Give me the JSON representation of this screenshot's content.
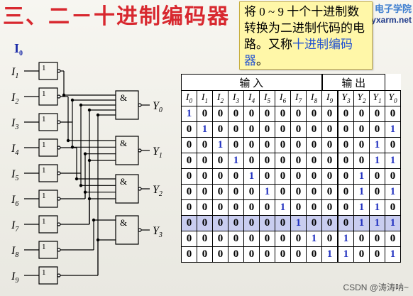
{
  "title": "三、二－十进制编码器",
  "brand": {
    "line1": "电子学院",
    "line2": "yxarm.net"
  },
  "note": {
    "part1": "将 0 ~ 9 十个十进制数转换为二进制代码的电路。又称",
    "highlight": "十进制编码器",
    "part2": "。"
  },
  "circuit": {
    "i0_label": "I0",
    "inputs": [
      "I1",
      "I2",
      "I3",
      "I4",
      "I5",
      "I6",
      "I7",
      "I8",
      "I9"
    ],
    "gate_symbol": "1",
    "and_symbol": "&",
    "outputs": [
      "Y0",
      "Y1",
      "Y2",
      "Y3"
    ]
  },
  "table": {
    "input_group": "输          入",
    "output_group": "输    出",
    "columns": [
      "I0",
      "I1",
      "I2",
      "I3",
      "I4",
      "I5",
      "I6",
      "I7",
      "I8",
      "I9",
      "Y3",
      "Y2",
      "Y1",
      "Y0"
    ],
    "rows": [
      [
        "1",
        "0",
        "0",
        "0",
        "0",
        "0",
        "0",
        "0",
        "0",
        "0",
        "0",
        "0",
        "0",
        "0"
      ],
      [
        "0",
        "1",
        "0",
        "0",
        "0",
        "0",
        "0",
        "0",
        "0",
        "0",
        "0",
        "0",
        "0",
        "1"
      ],
      [
        "0",
        "0",
        "1",
        "0",
        "0",
        "0",
        "0",
        "0",
        "0",
        "0",
        "0",
        "0",
        "1",
        "0"
      ],
      [
        "0",
        "0",
        "0",
        "1",
        "0",
        "0",
        "0",
        "0",
        "0",
        "0",
        "0",
        "0",
        "1",
        "1"
      ],
      [
        "0",
        "0",
        "0",
        "0",
        "1",
        "0",
        "0",
        "0",
        "0",
        "0",
        "0",
        "1",
        "0",
        "0"
      ],
      [
        "0",
        "0",
        "0",
        "0",
        "0",
        "1",
        "0",
        "0",
        "0",
        "0",
        "0",
        "1",
        "0",
        "1"
      ],
      [
        "0",
        "0",
        "0",
        "0",
        "0",
        "0",
        "1",
        "0",
        "0",
        "0",
        "0",
        "1",
        "1",
        "0"
      ],
      [
        "0",
        "0",
        "0",
        "0",
        "0",
        "0",
        "0",
        "1",
        "0",
        "0",
        "0",
        "1",
        "1",
        "1"
      ],
      [
        "0",
        "0",
        "0",
        "0",
        "0",
        "0",
        "0",
        "0",
        "1",
        "0",
        "1",
        "0",
        "0",
        "0"
      ],
      [
        "0",
        "0",
        "0",
        "0",
        "0",
        "0",
        "0",
        "0",
        "0",
        "1",
        "1",
        "0",
        "0",
        "1"
      ]
    ],
    "selected_row": 7
  },
  "watermark": "CSDN @涛涛呐~",
  "colors": {
    "accent": "#d8282f",
    "highlight": "#2050d0",
    "one": "#2030c0",
    "selected_row": "#c9cdf0"
  }
}
